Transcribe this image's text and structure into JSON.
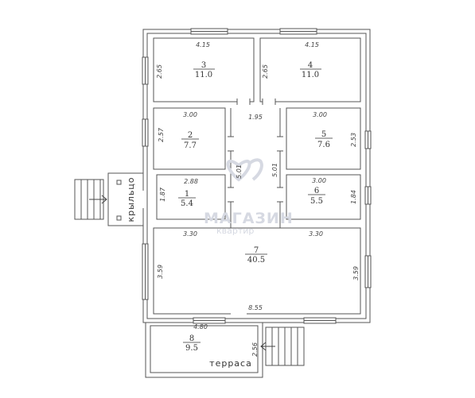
{
  "rooms": [
    {
      "id": "1",
      "number": "1",
      "area": "5.4"
    },
    {
      "id": "2",
      "number": "2",
      "area": "7.7"
    },
    {
      "id": "3",
      "number": "3",
      "area": "11.0"
    },
    {
      "id": "4",
      "number": "4",
      "area": "11.0"
    },
    {
      "id": "5",
      "number": "5",
      "area": "7.6"
    },
    {
      "id": "6",
      "number": "6",
      "area": "5.5"
    },
    {
      "id": "7",
      "number": "7",
      "area": "40.5"
    },
    {
      "id": "8",
      "number": "8",
      "area": "9.5"
    }
  ],
  "dimensions": {
    "r3_width": "4.15",
    "r3_height": "2.65",
    "r4_width": "4.15",
    "r4_height": "2.65",
    "r2_width": "3.00",
    "r2_height": "2.57",
    "hall_width": "1.95",
    "hall_height_left": "5.01",
    "hall_height_right": "5.01",
    "r5_width": "3.00",
    "r5_height": "2.53",
    "r1_width": "2.88",
    "r1_height": "1.87",
    "r6_width": "3.00",
    "r6_height": "1.84",
    "r7_top_left": "3.30",
    "r7_top_right": "3.30",
    "r7_left_height": "3.59",
    "r7_right_height": "3.59",
    "r7_bottom_width": "8.55",
    "terrace_width": "4.80",
    "terrace_height": "2.56"
  },
  "labels": {
    "porch": "крыльцо",
    "terrace": "терраса"
  },
  "watermark": {
    "brand": "МАГАЗИН",
    "sub": "квартир"
  },
  "colors": {
    "wall": "#555555",
    "watermark": "#d6d9e2"
  }
}
